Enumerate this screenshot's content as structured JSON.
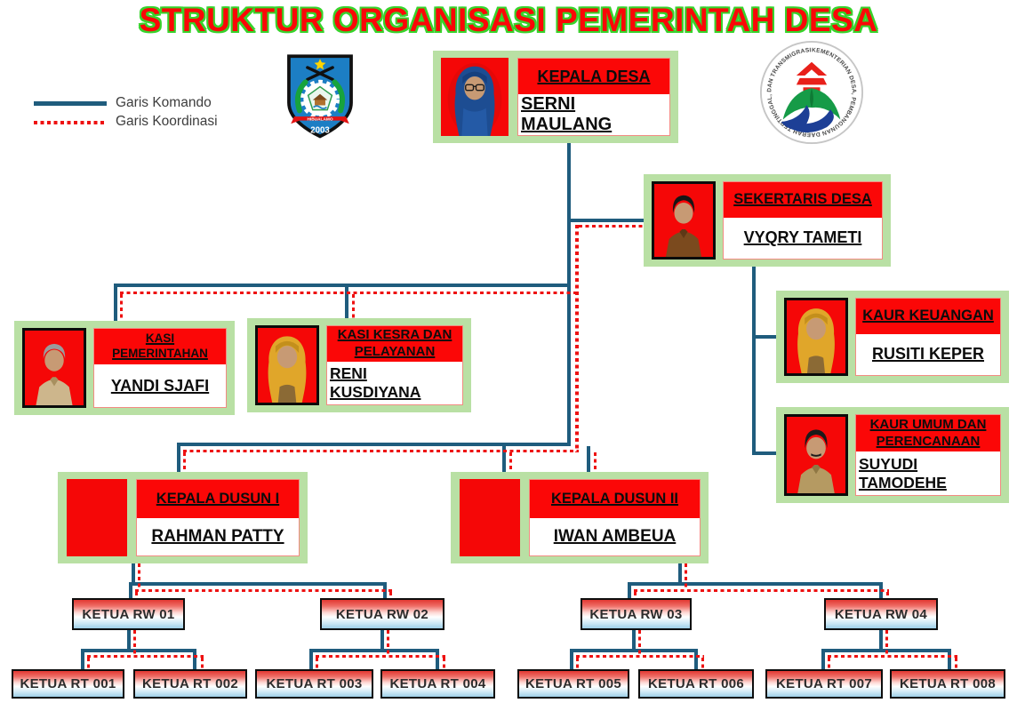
{
  "title": "STRUKTUR ORGANISASI PEMERINTAH DESA",
  "legend": {
    "komando": "Garis Komando",
    "koordinasi": "Garis Koordinasi"
  },
  "logos": {
    "regency": {
      "banner": "HIBUALAMO",
      "year": "2003"
    },
    "ministry": {
      "ring_text": "KEMENTERIAN DESA, PEMBANGUNAN DAERAH TERTINGGAL, DAN TRANSMIGRASI"
    }
  },
  "cards": {
    "kepala_desa": {
      "title": "KEPALA DESA",
      "name": "SERNI MAULANG",
      "photo": "woman-blue-hijab"
    },
    "sekertaris_desa": {
      "title": "SEKERTARIS DESA",
      "name": "VYQRY TAMETI",
      "photo": "man-brown-uniform"
    },
    "kasi_pemerintahan": {
      "title": "KASI PEMERINTAHAN",
      "name": "YANDI SJAFI",
      "photo": "man-khaki-gray"
    },
    "kasi_kesra": {
      "title": "KASI KESRA DAN PELAYANAN",
      "name": "RENI KUSDIYANA",
      "photo": "woman-yellow-hijab"
    },
    "kaur_keuangan": {
      "title": "KAUR KEUANGAN",
      "name": "RUSITI KEPER",
      "photo": "woman-yellow-hijab"
    },
    "kaur_umum": {
      "title": "KAUR UMUM DAN PERENCANAAN",
      "name": "SUYUDI TAMODEHE",
      "photo": "man-khaki-mustache"
    },
    "kepala_dusun_1": {
      "title": "KEPALA DUSUN I",
      "name": "RAHMAN PATTY",
      "photo": "none"
    },
    "kepala_dusun_2": {
      "title": "KEPALA DUSUN II",
      "name": "IWAN AMBEUA",
      "photo": "none"
    }
  },
  "rw": [
    "KETUA RW 01",
    "KETUA RW 02",
    "KETUA RW 03",
    "KETUA RW 04"
  ],
  "rt": [
    "KETUA RT 001",
    "KETUA RT 002",
    "KETUA RT 003",
    "KETUA RT 004",
    "KETUA RT 005",
    "KETUA RT 006",
    "KETUA RT 007",
    "KETUA RT 008"
  ],
  "colors": {
    "komando_line": "#1f5c7d",
    "koordinasi_line": "#ee1111",
    "card_red": "#fb0707",
    "card_green_border": "#b9e0a4"
  }
}
